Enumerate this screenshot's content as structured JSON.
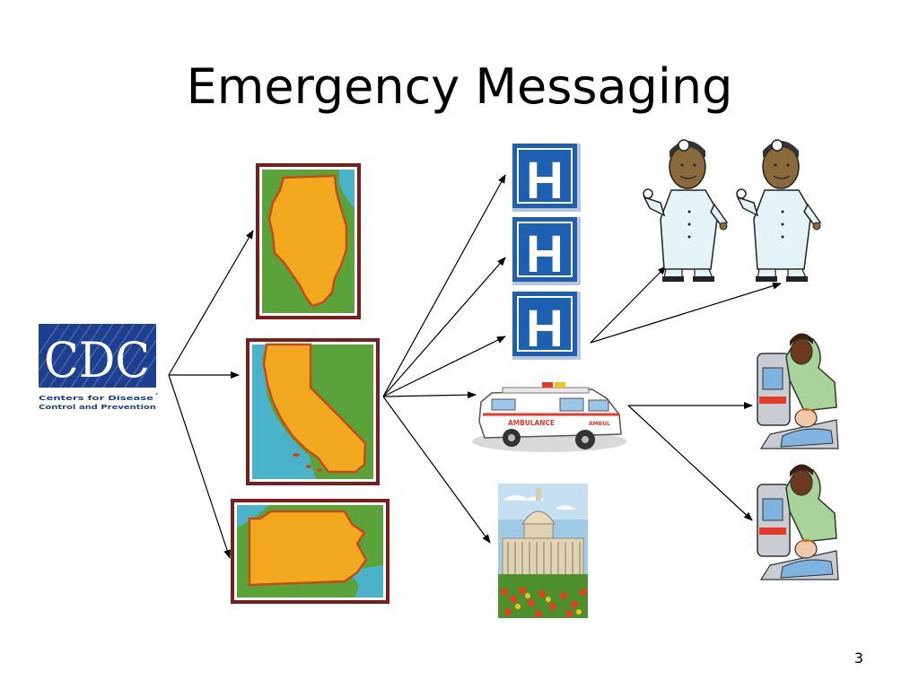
{
  "slide": {
    "title": "Emergency Messaging",
    "page_number": "3"
  },
  "cdc_logo": {
    "letters": "CDC",
    "line1": "Centers for Disease",
    "line2": "Control and Prevention",
    "trademark": "™"
  },
  "hospital_signs": [
    {
      "letter": "H"
    },
    {
      "letter": "H"
    },
    {
      "letter": "H"
    }
  ],
  "ambulance": {
    "text": "AMBULANCE",
    "side_text": "AMBUL"
  },
  "colors": {
    "cdc_blue": "#1d3f8f",
    "state_orange": "#f2a91f",
    "state_outline": "#c84a17",
    "land_green": "#5aa33a",
    "water_blue": "#4ab3c9",
    "frame_maroon": "#7a1d1d",
    "hospital_blue": "#1d5fb0"
  },
  "icons": [
    "cdc-logo-icon",
    "illinois-map-icon",
    "california-map-icon",
    "pennsylvania-map-icon",
    "hospital-sign-icon",
    "ambulance-icon",
    "capitol-building-icon",
    "doctor-icon",
    "paramedic-patient-icon"
  ]
}
